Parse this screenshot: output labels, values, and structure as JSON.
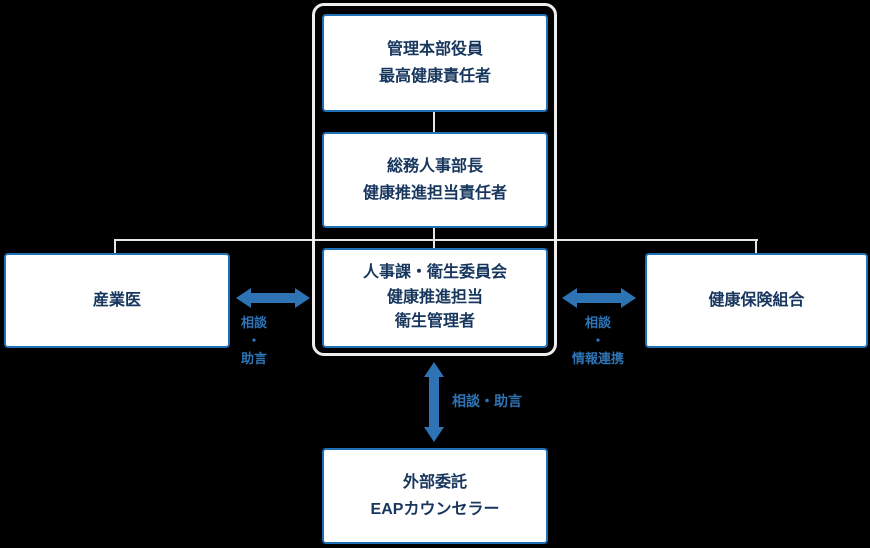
{
  "diagram": {
    "title": "health-management-org-chart",
    "nodes": {
      "executive": {
        "lines": [
          "管理本部役員",
          "最高健康責任者"
        ]
      },
      "hr_director": {
        "lines": [
          "総務人事部長",
          "健康推進担当責任者"
        ]
      },
      "hr_committee": {
        "lines": [
          "人事課・衛生委員会",
          "健康推進担当",
          "衛生管理者"
        ]
      },
      "occupational_physician": {
        "lines": [
          "産業医"
        ]
      },
      "health_insurance": {
        "lines": [
          "健康保険組合"
        ]
      },
      "eap_counselor": {
        "lines": [
          "外部委託",
          "EAPカウンセラー"
        ]
      }
    },
    "arrow_labels": {
      "left": {
        "lines": [
          "相談",
          "・",
          "助言"
        ]
      },
      "right": {
        "lines": [
          "相談",
          "・",
          "情報連携"
        ]
      },
      "bottom": {
        "text": "相談・助言"
      }
    },
    "colors": {
      "background": "#000000",
      "node_border": "#2070b8",
      "node_text": "#17365d",
      "arrow": "#2e74b5",
      "label_text": "#2e74b5",
      "connector": "#e5e5e5",
      "frame_border": "#ededed"
    }
  }
}
